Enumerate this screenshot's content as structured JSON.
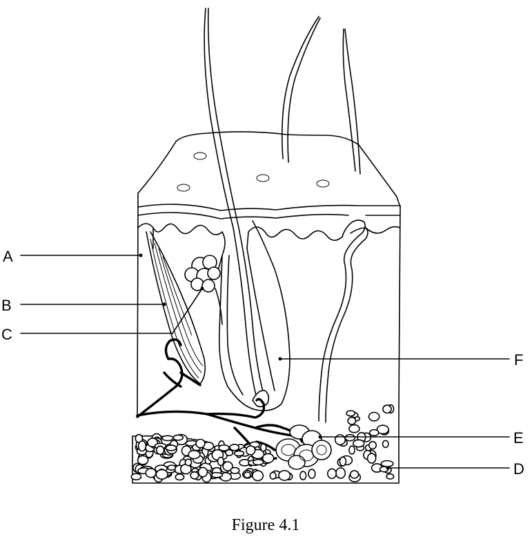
{
  "figure": {
    "caption": "Figure 4.1",
    "labels": {
      "A": "A",
      "B": "B",
      "C": "C",
      "D": "D",
      "E": "E",
      "F": "F"
    }
  }
}
